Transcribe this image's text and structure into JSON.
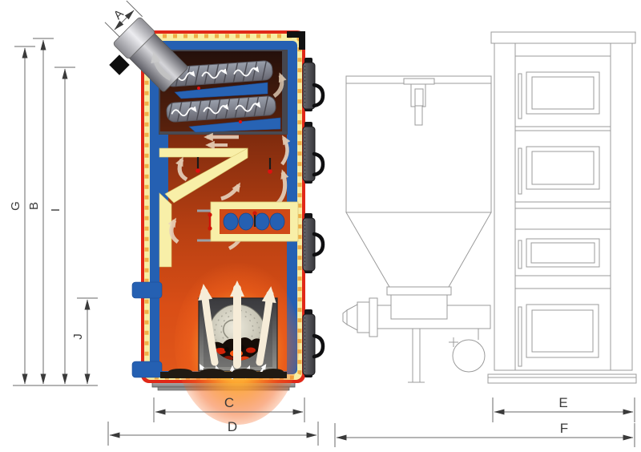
{
  "diagram": {
    "type": "boiler-cross-section-technical-drawing",
    "views": [
      "colored-cutaway-side-view",
      "outline-side-view-with-hopper",
      "outline-front-view"
    ]
  },
  "dimension_labels": {
    "a": "A",
    "b": "B",
    "c": "C",
    "d": "D",
    "e": "E",
    "f": "F",
    "g": "G",
    "i": "I",
    "j": "J"
  },
  "colors": {
    "outer_shell_red": "#e02818",
    "insulation_yellow": "#f8eda2",
    "insulation_dot_orange": "#f0a63c",
    "water_jacket_blue": "#2560b2",
    "interior_flame_orange": "#d94e16",
    "turbulator_gray": "#83838d",
    "flame_arrow_cream": "#f6ecd8",
    "technical_line_gray": "#9b9b9b",
    "dimension_line_gray": "#3a3a3a"
  },
  "icons": {
    "flow_arrow": "curved-arrow",
    "wavy_flow_arrow": "wave-arrow",
    "flame_arrow": "up-arrow",
    "flue_arrow": "curved-arrow"
  }
}
